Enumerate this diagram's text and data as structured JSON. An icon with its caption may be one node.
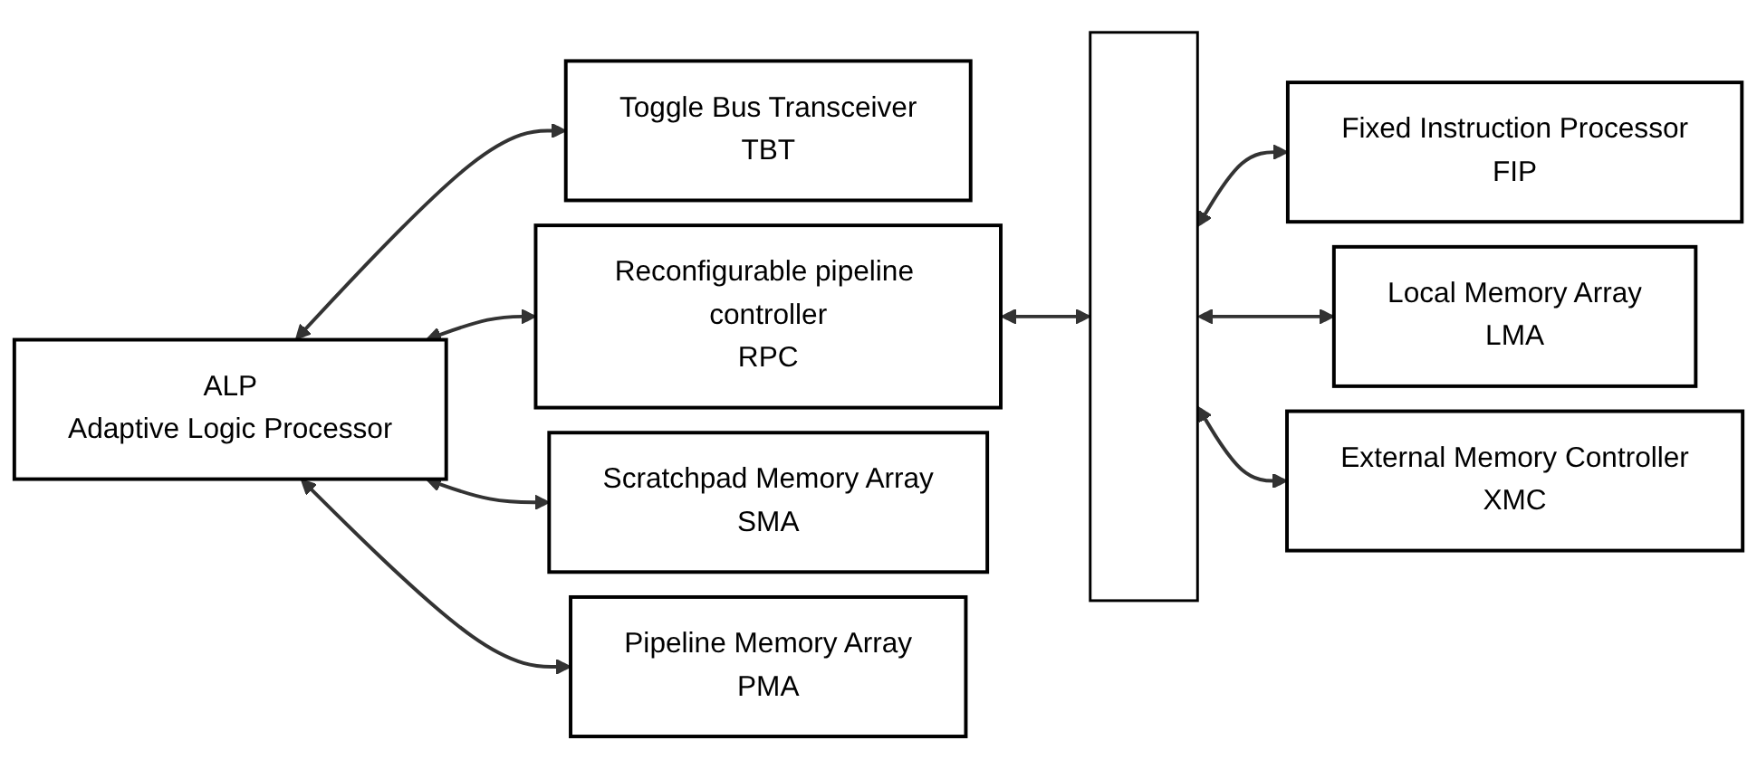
{
  "diagram": {
    "nodes": [
      {
        "text": [
          "ALP",
          "Adaptive Logic Processor"
        ]
      },
      {
        "text": [
          "Toggle Bus Transceiver",
          "TBT"
        ]
      },
      {
        "text": [
          "Reconfigurable pipeline controller",
          "RPC"
        ]
      },
      {
        "text": [
          "Scratchpad Memory Array",
          "SMA"
        ]
      },
      {
        "text": [
          "Pipeline Memory Array",
          "PMA"
        ]
      },
      {
        "text": [],
        "shape": "bar"
      },
      {
        "text": [
          "Fixed Instruction Processor",
          "FIP"
        ]
      },
      {
        "text": [
          "Local Memory Array",
          "LMA"
        ]
      },
      {
        "text": [
          "External Memory Controller",
          "XMC"
        ]
      }
    ],
    "edges": [
      {
        "from": 0,
        "to": 1,
        "arrow": "both"
      },
      {
        "from": 0,
        "to": 2,
        "arrow": "both"
      },
      {
        "from": 0,
        "to": 3,
        "arrow": "both"
      },
      {
        "from": 0,
        "to": 4,
        "arrow": "both"
      },
      {
        "from": 2,
        "to": 5,
        "arrow": "both"
      },
      {
        "from": 5,
        "to": 6,
        "arrow": "both"
      },
      {
        "from": 5,
        "to": 7,
        "arrow": "both"
      },
      {
        "from": 5,
        "to": 8,
        "arrow": "both"
      }
    ]
  }
}
